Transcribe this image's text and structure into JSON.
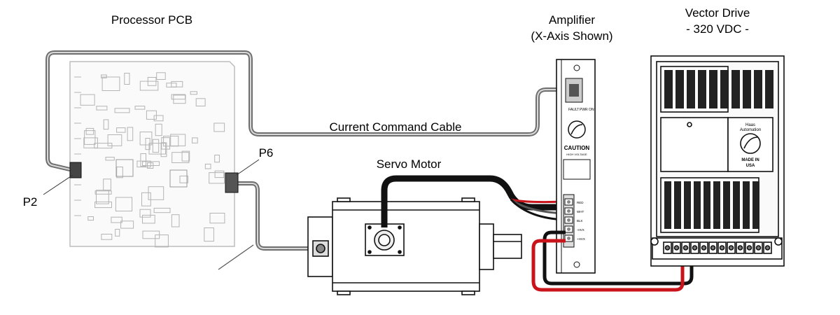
{
  "labels": {
    "processor_pcb": "Processor PCB",
    "amplifier_line1": "Amplifier",
    "amplifier_line2": "(X-Axis Shown)",
    "vector_drive_line1": "Vector Drive",
    "vector_drive_line2": "- 320 VDC -",
    "current_command_cable": "Current Command Cable",
    "servo_motor": "Servo Motor",
    "p6": "P6",
    "p2": "P2"
  },
  "amplifier_text": {
    "fault": "FAULT",
    "pwr_on": "PWR ON",
    "caution": "CAUTION",
    "caution_sub": "HIGH VOLTAGE",
    "terminals": [
      "RED",
      "WHT",
      "BLK",
      "-HVX",
      "+HVX"
    ]
  },
  "drive_text": {
    "brand_line1": "Haas",
    "brand_line2": "Automation",
    "made_in_line1": "MADE IN",
    "made_in_line2": "USA"
  },
  "colors": {
    "cable_gray": "#6e6e6e",
    "power_black": "#111111",
    "power_red": "#c8141a",
    "pcb_line": "#b4b4b4"
  }
}
